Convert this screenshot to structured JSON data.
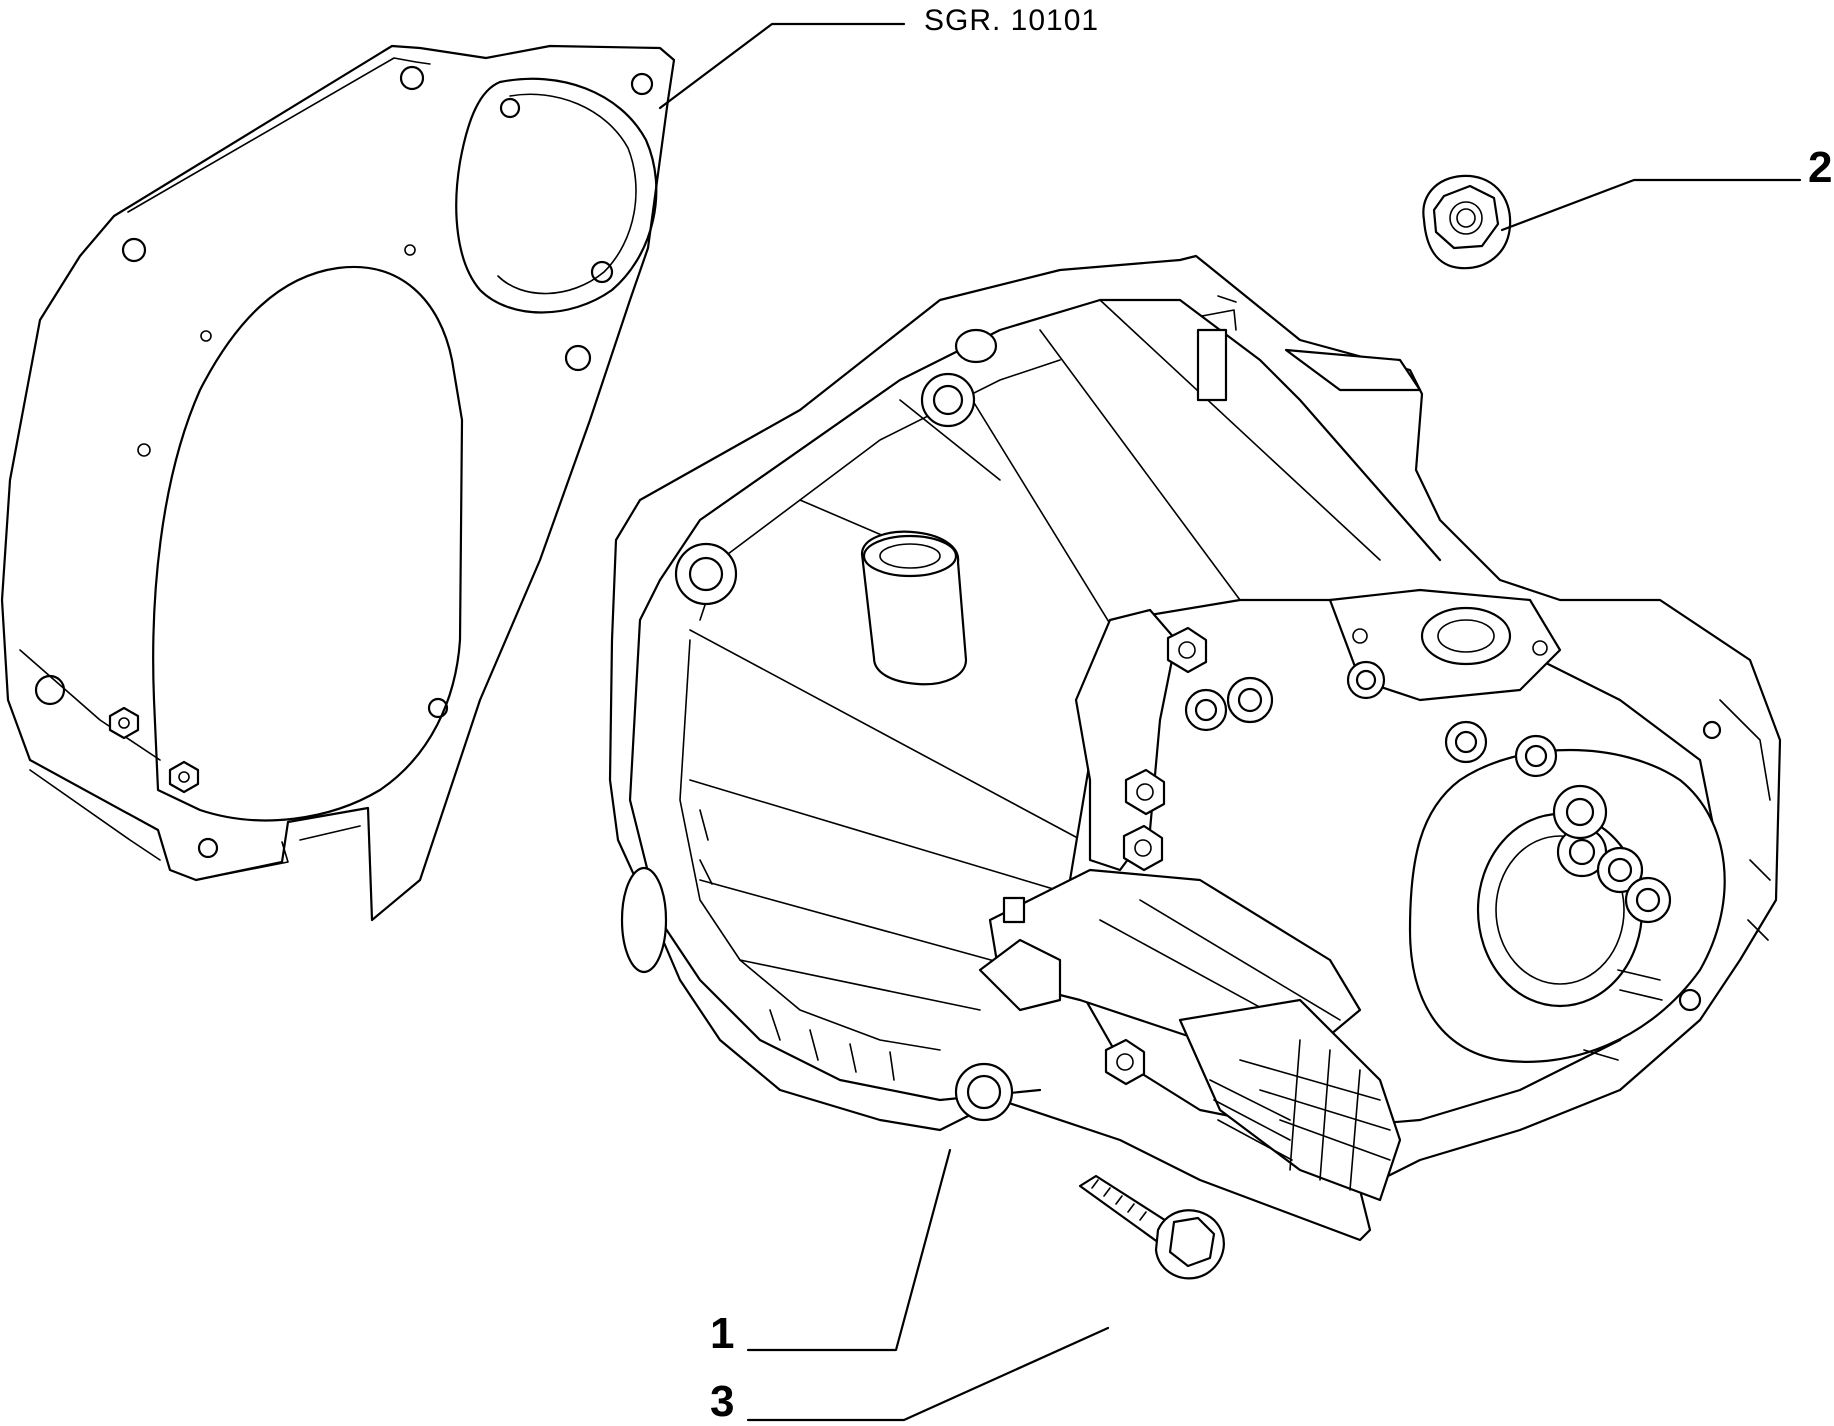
{
  "diagram": {
    "reference_label": "SGR. 10101",
    "callouts": [
      {
        "id": "1",
        "text": "1",
        "part": "gearbox-housing"
      },
      {
        "id": "2",
        "text": "2",
        "part": "flange-nut"
      },
      {
        "id": "3",
        "text": "3",
        "part": "flange-bolt"
      }
    ]
  },
  "colors": {
    "line": "#000000",
    "background": "#ffffff"
  }
}
